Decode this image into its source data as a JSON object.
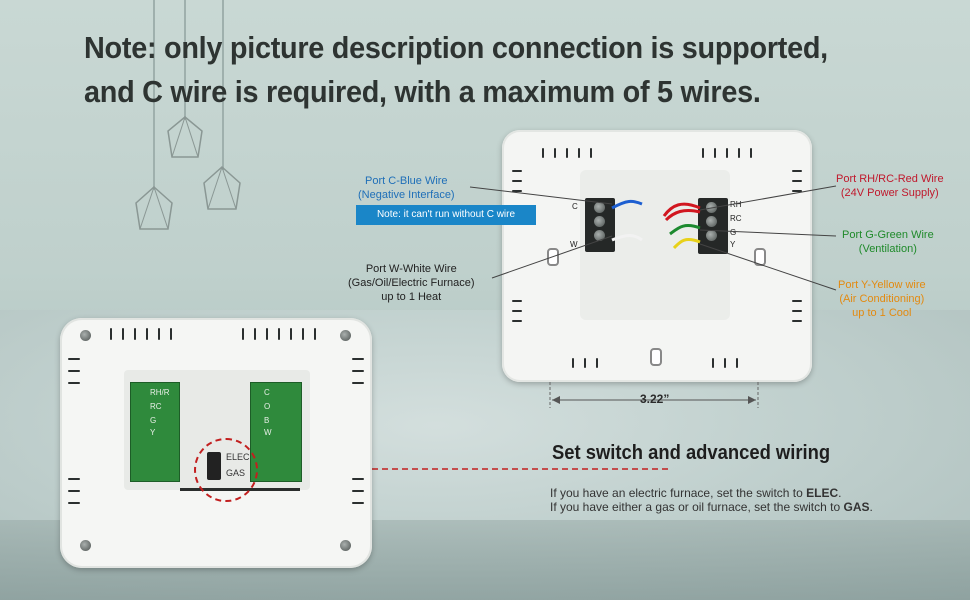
{
  "headline": {
    "line1": "Note: only picture description connection is supported,",
    "line2": "and C wire is required, with a maximum of 5 wires."
  },
  "terminals_right": {
    "left_labels": [
      "C",
      "W"
    ],
    "right_labels": [
      "RH",
      "RC",
      "G",
      "Y"
    ]
  },
  "callouts": {
    "c_wire_title": "Port C-Blue Wire",
    "c_wire_sub": "(Negative Interface)",
    "c_wire_note": "Note: it can't run without C wire",
    "w_wire_title": "Port W-White Wire",
    "w_wire_sub": "(Gas/Oil/Electric Furnace)",
    "w_wire_sub2": "up to 1 Heat",
    "rh_wire_title": "Port RH/RC-Red Wire",
    "rh_wire_sub": "(24V Power Supply)",
    "g_wire_title": "Port G-Green Wire",
    "g_wire_sub": "(Ventilation)",
    "y_wire_title": "Port Y-Yellow wire",
    "y_wire_sub": "(Air Conditioning)",
    "y_wire_sub2": "up to 1 Cool"
  },
  "dimension": "3.22”",
  "pcb_left_labels": [
    "RH/R",
    "RC",
    "G",
    "Y"
  ],
  "pcb_right_labels": [
    "C",
    "O",
    "B",
    "W"
  ],
  "switch": {
    "top": "ELEC",
    "bottom": "GAS"
  },
  "section": {
    "title": "Set switch and advanced wiring",
    "line1_pre": "If you have an electric furnace, set the switch to ",
    "line1_bold": "ELEC",
    "line1_post": ".",
    "line2_pre": "If you have either a gas or oil furnace, set the switch to ",
    "line2_bold": "GAS",
    "line2_post": "."
  },
  "colors": {
    "blue": "#1f6fb8",
    "red": "#c0182c",
    "green": "#1f8a2a",
    "orange": "#e38a10",
    "note_bg": "#1a86c8",
    "dashed_red": "#c21f1f"
  }
}
